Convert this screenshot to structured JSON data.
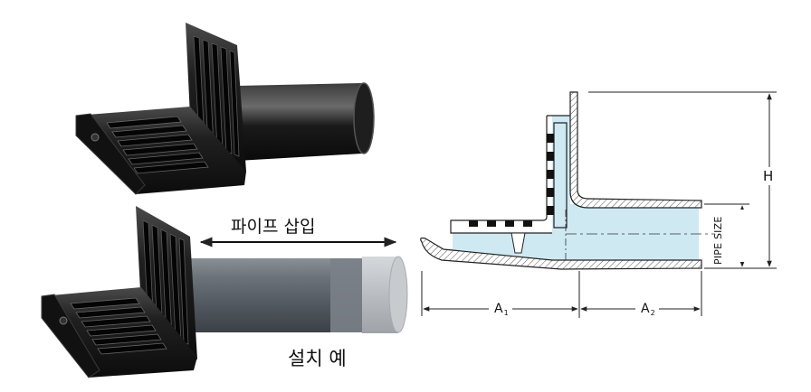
{
  "labels": {
    "pipe_insert": "파이프 삽입",
    "install_example": "설치 예",
    "dim_h": "H",
    "dim_a1_main": "A",
    "dim_a1_sub": "1",
    "dim_a2_main": "A",
    "dim_a2_sub": "2",
    "pipe_size": "PIPE SIZE"
  },
  "colors": {
    "cast_iron": "#1b1b1b",
    "pvc_pipe": "#6f757c",
    "section_fill": "#cfe9f2",
    "outline": "#2b2b2b"
  }
}
